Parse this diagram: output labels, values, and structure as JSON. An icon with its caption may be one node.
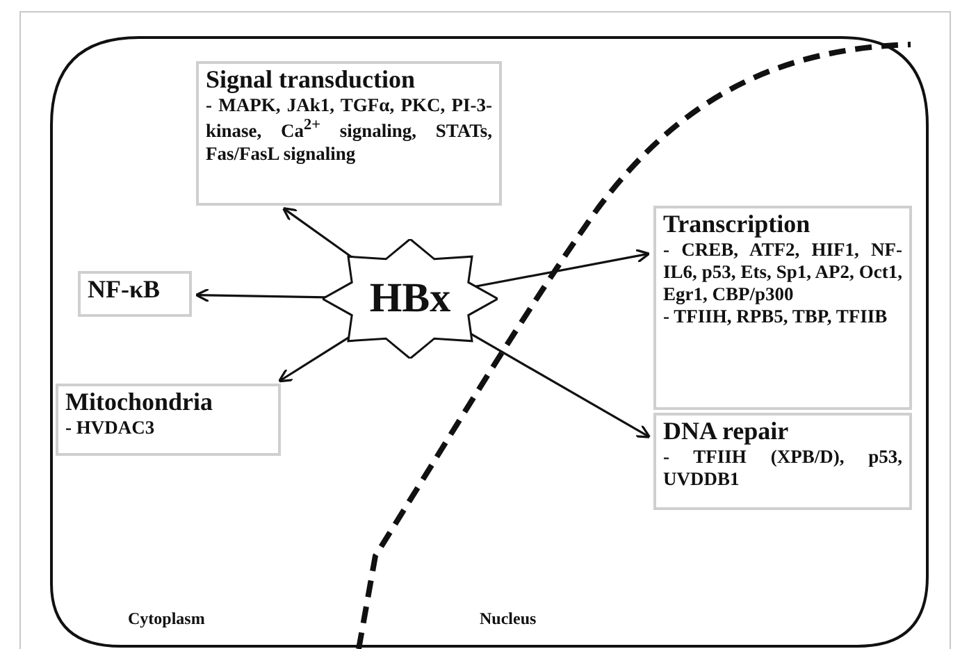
{
  "diagram": {
    "nodes": [
      {
        "text": [
          "HBx"
        ]
      },
      {
        "text": [
          "Signal transduction",
          "- MAPK, JAk1, TGFα, PKC, PI-3-kinase, Ca$^{2+}$ signaling, STATs, Fas/FasL signaling"
        ]
      },
      {
        "text": [
          "NF-κB"
        ]
      },
      {
        "text": [
          "Mitochondria",
          "- HVDAC3"
        ]
      },
      {
        "text": [
          "Transcription",
          "- CREB, ATF2, HIF1, NF-IL6, p53, Ets, Sp1, AP2, Oct1, Egr1, CBP/p300",
          "- TFIIH, RPB5, TBP, TFIIB"
        ]
      },
      {
        "text": [
          "DNA repair",
          "- TFIIH (XPB/D), p53, UVDDB1"
        ]
      }
    ],
    "edges": [
      {
        "from": 0,
        "to": 1,
        "arrow": "to"
      },
      {
        "from": 0,
        "to": 2,
        "arrow": "to"
      },
      {
        "from": 0,
        "to": 3,
        "arrow": "to"
      },
      {
        "from": 0,
        "to": 4,
        "arrow": "to"
      },
      {
        "from": 0,
        "to": 5,
        "arrow": "to"
      }
    ],
    "labels": [
      "Cytoplasm",
      "Nucleus"
    ]
  }
}
